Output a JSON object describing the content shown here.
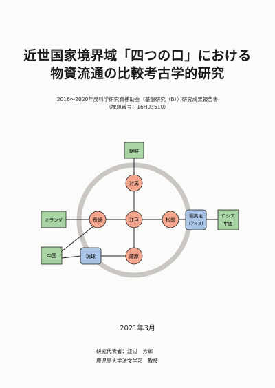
{
  "title": {
    "line1": "近世国家境界域「四つの口」における",
    "line2": "物資流通の比較考古学的研究"
  },
  "subtitle": {
    "line1": "2016～2020年度科学研究費補助金（基盤研究（B））研究成果報告書",
    "line2": "（課題番号：16H03510）"
  },
  "diagram": {
    "nodes": {
      "chosen": "朝鮮",
      "tsushima": "対馬",
      "nagasaki": "長崎",
      "edo": "江戸",
      "matsumae": "松前",
      "satsuma": "薩摩",
      "ryukyu": "琉球",
      "oranda": "オランダ",
      "chugoku": "中国",
      "ezochi": "蝦夷地",
      "ainu": "（アイヌ）",
      "russia": "ロシア",
      "china2": "中国"
    },
    "colors": {
      "salmon": "#f4a58e",
      "green": "#a9d4a3",
      "blue": "#a9c4e6",
      "ring": "#c9c6c4"
    }
  },
  "date": "2021年3月",
  "author": {
    "line1": "研究代表者：渡辺　芳郎",
    "line2": "鹿児島大学法文学部　教授"
  }
}
